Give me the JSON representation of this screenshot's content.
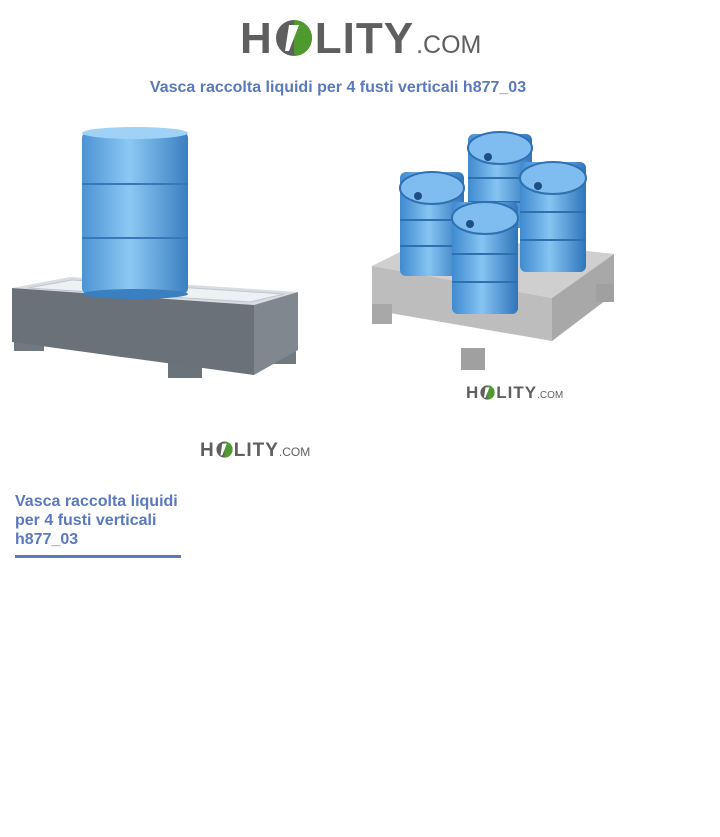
{
  "brand": {
    "logo_left": "H",
    "logo_right": "LITY",
    "logo_domain": ".COM",
    "logo_color_text": "#5f5f5f",
    "logo_color_green": "#4f9a2e"
  },
  "page": {
    "title": "Vasca raccolta liquidi per 4 fusti verticali h877_03",
    "accent_color": "#5a79bd"
  },
  "images": {
    "left": {
      "icon": "spill-tray-with-drum-image"
    },
    "right": {
      "icon": "spill-pallet-four-drums-image"
    }
  },
  "caption": {
    "text": "Vasca raccolta liquidi per 4 fusti verticali h877_03"
  }
}
